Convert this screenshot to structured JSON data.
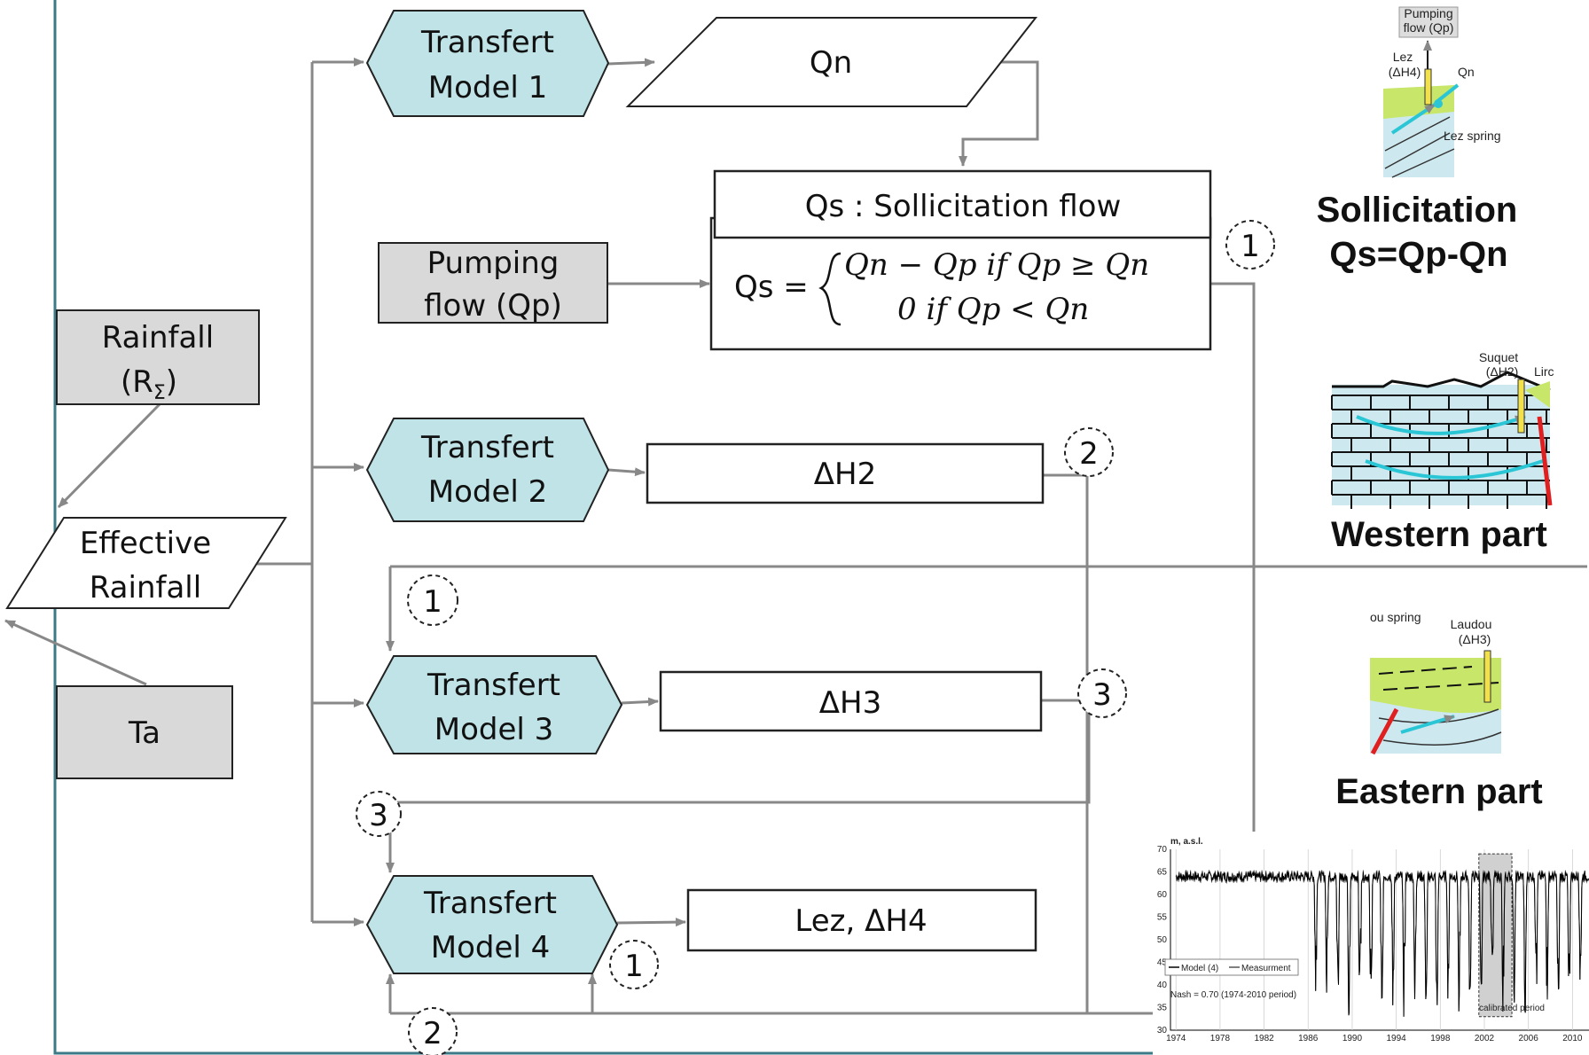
{
  "nodes": {
    "rainfall": {
      "line1": "Rainfall",
      "line2": "(R",
      "subscript": "Σ",
      "close": ")"
    },
    "effective_rainfall": {
      "line1": "Effective",
      "line2": "Rainfall"
    },
    "ta": {
      "label": "Ta"
    },
    "pumping_flow": {
      "line1": "Pumping",
      "line2": "flow (Qp)"
    },
    "transfert_model_1": {
      "line1": "Transfert",
      "line2": "Model 1"
    },
    "transfert_model_2": {
      "line1": "Transfert",
      "line2": "Model 2"
    },
    "transfert_model_3": {
      "line1": "Transfert",
      "line2": "Model  3"
    },
    "transfert_model_4": {
      "line1": "Transfert",
      "line2": "Model  4"
    },
    "qn": {
      "label": "Qn"
    },
    "qs_header": {
      "label": "Qs : Sollicitation flow"
    },
    "qs_formula": {
      "lhs": "Qs =",
      "case1": "Qn − Qp if Qp ≥ Qn",
      "case2": "0  if Qp < Qn"
    },
    "dh2": {
      "label": "ΔH2"
    },
    "dh3": {
      "label": "ΔH3"
    },
    "lez_dh4": {
      "label": "Lez, ΔH4"
    }
  },
  "markers": [
    "1",
    "2",
    "3",
    "1",
    "3",
    "1",
    "2"
  ],
  "right_panels": {
    "sollicitation": {
      "title1": "Sollicitation",
      "title2": "Qs=Qp-Qn",
      "labels": {
        "pumping": "Pumping",
        "flow": "flow (Qp)",
        "lez": "Lez",
        "dh4": "(ΔH4)",
        "qn": "Qn",
        "spring": "Lez spring"
      }
    },
    "western": {
      "title": "Western part",
      "labels": {
        "suquet": "Suquet",
        "dh2": "(ΔH2)",
        "lirou": "Lirc"
      }
    },
    "eastern": {
      "title": "Eastern part",
      "labels": {
        "spring": "ou spring",
        "laudou": "Laudou",
        "dh3": "(ΔH3)"
      }
    }
  },
  "chart_data": {
    "type": "line",
    "ylabel": "m, a.s.l.",
    "ylim": [
      30,
      70
    ],
    "yticks": [
      "70",
      "65",
      "60",
      "55",
      "50",
      "45",
      "40",
      "35",
      "30"
    ],
    "xticks": [
      "1974",
      "1978",
      "1982",
      "1986",
      "1990",
      "1994",
      "1998",
      "2002",
      "2006",
      "2010"
    ],
    "legend": [
      "Model (4)",
      "Measurment"
    ],
    "annotation_nash": "Nash = 0.70 (1974-2010 period)",
    "annotation_calibrated": "calibrated period",
    "calibrated_period": [
      2001.5,
      2004.5
    ],
    "series": [
      {
        "name": "Model (4)",
        "color": "#000000"
      },
      {
        "name": "Measurment",
        "color": "#555555"
      }
    ]
  },
  "colors": {
    "hex_fill": "#bfe3e6",
    "gray_fill": "#d9d9d9",
    "connector": "#888888",
    "frame": "#3b7a86"
  }
}
